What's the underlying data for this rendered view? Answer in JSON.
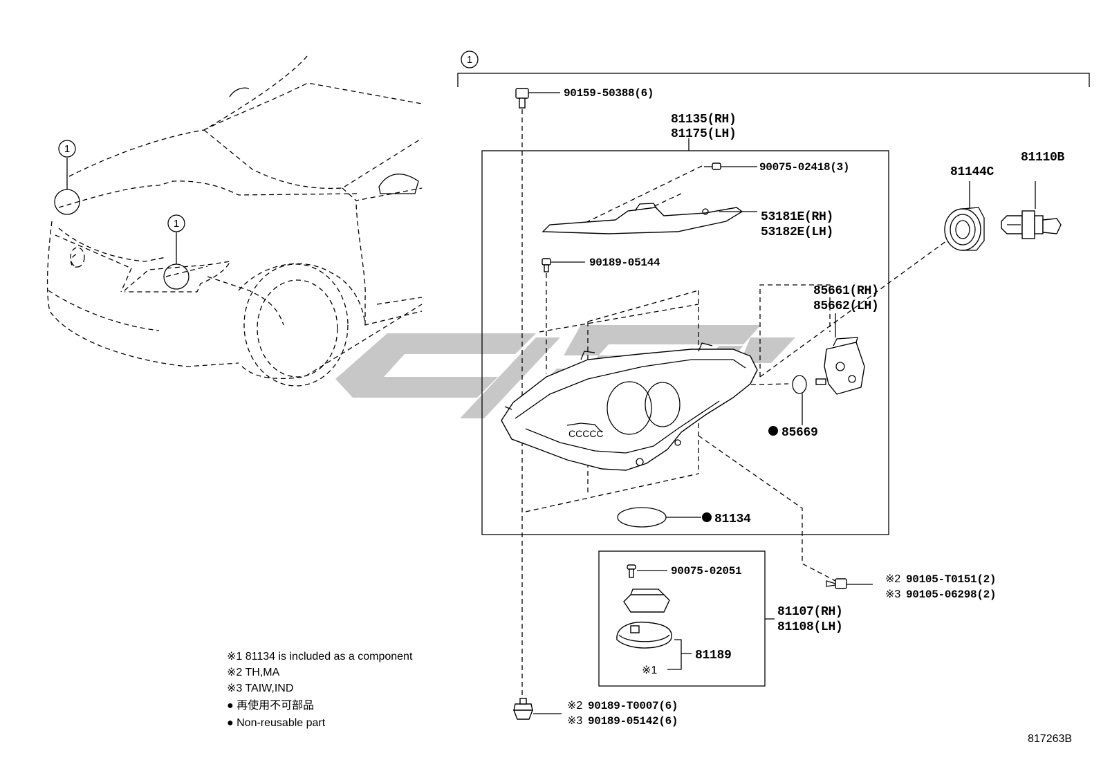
{
  "callout_marker": "1",
  "parts": {
    "bolt_top": "90159-50388(6)",
    "headlamp_unit_rh": "81135(RH)",
    "headlamp_unit_lh": "81175(LH)",
    "screw_cover": "90075-02418(3)",
    "cover_rh": "53181E(RH)",
    "cover_lh": "53182E(LH)",
    "screw_mid": "90189-05144",
    "socket": "81144C",
    "bulb": "81110B",
    "actuator_rh": "85661(RH)",
    "actuator_lh": "85662(LH)",
    "oring": "85669",
    "gasket": "81134",
    "screw_ecu": "90075-02051",
    "ecu_rh": "81107(RH)",
    "ecu_lh": "81108(LH)",
    "bracket": "81189",
    "bracket_note": "※1",
    "bolt_side_1_mark": "※2",
    "bolt_side_1": "90105-T0151(2)",
    "bolt_side_2_mark": "※3",
    "bolt_side_2": "90105-06298(2)",
    "clip_1_mark": "※2",
    "clip_1": "90189-T0007(6)",
    "clip_2_mark": "※3",
    "clip_2": "90189-05142(6)"
  },
  "notes": [
    "※1 81134 is included as a component",
    "※2 TH,MA",
    "※3 TAIW,IND",
    "● 再使用不可部品",
    "● Non-reusable part"
  ],
  "diagram_code": "817263B"
}
